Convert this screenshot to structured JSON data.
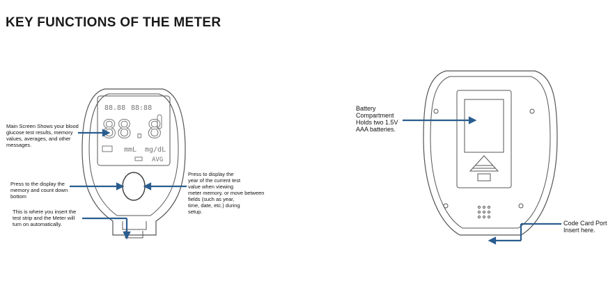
{
  "heading": "KEY FUNCTIONS OF THE METER",
  "front": {
    "display": {
      "top_left": "88.88",
      "top_right": "88:88",
      "big_digits": "88.8",
      "unit_mmol": "mmL",
      "unit_mgdl": "mg/dL",
      "avg": "AVG"
    },
    "callouts": {
      "main_screen": "Main Screen Shows your blood\nglucose test results, memory\nvalues, averages, and other\nmessages.",
      "button_left": "Press to the display the\nmemory and count down\nbottom",
      "strip_port": "This is where you insert the\ntest strip and the Meter will\nturn on automatically.",
      "button_right": "Press to display the\nyear of the current test\nvalue when viewing\nmeter memory, or move between\nfields (such as year,\ntime, date, etc.) during\nsetup."
    }
  },
  "back": {
    "callouts": {
      "battery": "Battery\nCompartment\nHolds two 1.5V\nAAA batteries.",
      "code_card": "Code Card Port\nInsert here."
    }
  },
  "colors": {
    "arrow": "#2a5d8f",
    "outline": "#555555"
  }
}
